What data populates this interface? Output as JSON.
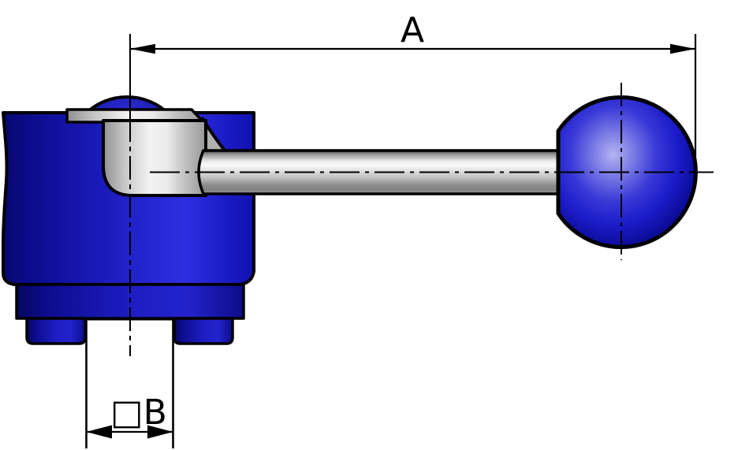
{
  "diagram": {
    "type": "technical-drawing",
    "labels": {
      "dim_a": "A",
      "dim_b": "□B"
    },
    "colors": {
      "background": "#ffffff",
      "outline": "#000000",
      "body_blue_bright": "#2e2ee0",
      "body_blue_dark": "#090980",
      "ball_highlight": "#a8a8ee",
      "ball_shadow": "#020258",
      "steel_highlight": "#f8f8f8",
      "steel_shadow": "#8a8a8a",
      "centerline": "#000000"
    },
    "parts": [
      "clamp-body",
      "dome-pivot",
      "cap-bushing",
      "lever-arm",
      "ball-knob",
      "mounting-flange",
      "mounting-feet",
      "square-stem"
    ]
  }
}
